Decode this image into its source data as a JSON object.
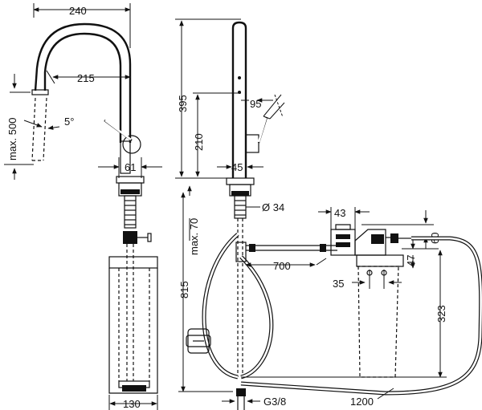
{
  "diagram": {
    "dimensions": {
      "spout_reach_outer": "240",
      "spout_reach_inner": "215",
      "max_height": "max. 500",
      "angle": "5°",
      "base_width": "61",
      "cabinet_width": "130",
      "height_spout": "395",
      "height_body": "210",
      "head_offset": "95",
      "body_diameter": "45",
      "shank_diameter": "Ø 34",
      "max_counter": "max. 70",
      "hose_length_total": "815",
      "connector_distance": "700",
      "filter_width": "43",
      "filter_height": "60",
      "filter_small": "47",
      "filter_base": "35",
      "filter_total": "323",
      "loop_hose": "1200",
      "thread": "G3/8"
    }
  }
}
